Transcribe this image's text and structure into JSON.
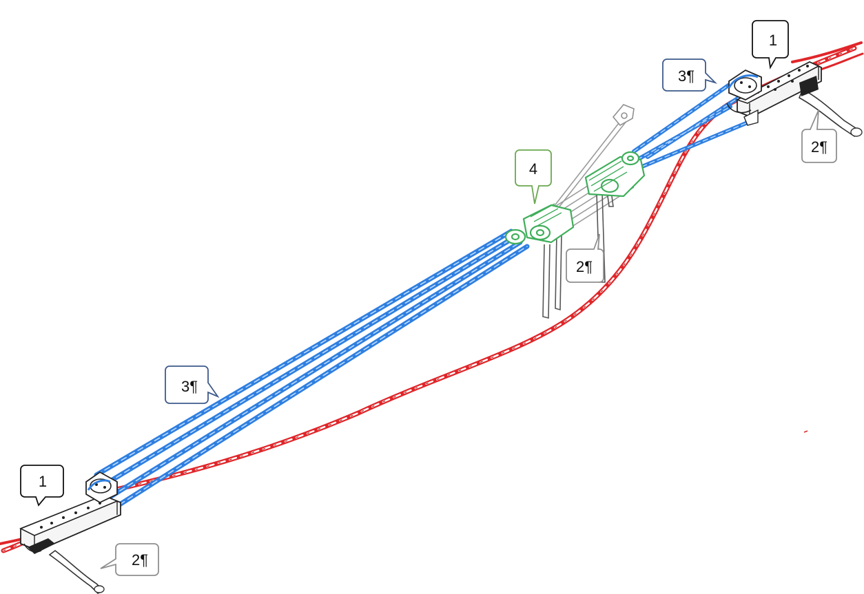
{
  "diagram": {
    "colors": {
      "power_cable": "#e0262a",
      "power_cable_dark": "#9c1010",
      "strap": "#2f7fe0",
      "strap_light": "#bcdcff",
      "green_part": "#3fae5a",
      "metal_outline": "#222222",
      "gray_line": "#9a9a9a",
      "callout_black": "#111111",
      "callout_blue": "#3d5a8a",
      "callout_green": "#6aa84f",
      "callout_gray": "#8f8f8f"
    },
    "callouts": {
      "bottom_left_1": "1",
      "bottom_left_2": "2¶",
      "mid_left_3": "3¶",
      "center_4": "4",
      "center_2": "2¶",
      "top_right_1": "1",
      "top_right_3": "3¶",
      "top_right_2": "2¶"
    },
    "icons": {
      "left_tension_clamp": "dead-end-clamp-icon",
      "right_tension_clamp": "dead-end-clamp-icon",
      "suspension_assembly": "suspension-clamp-icon"
    }
  }
}
